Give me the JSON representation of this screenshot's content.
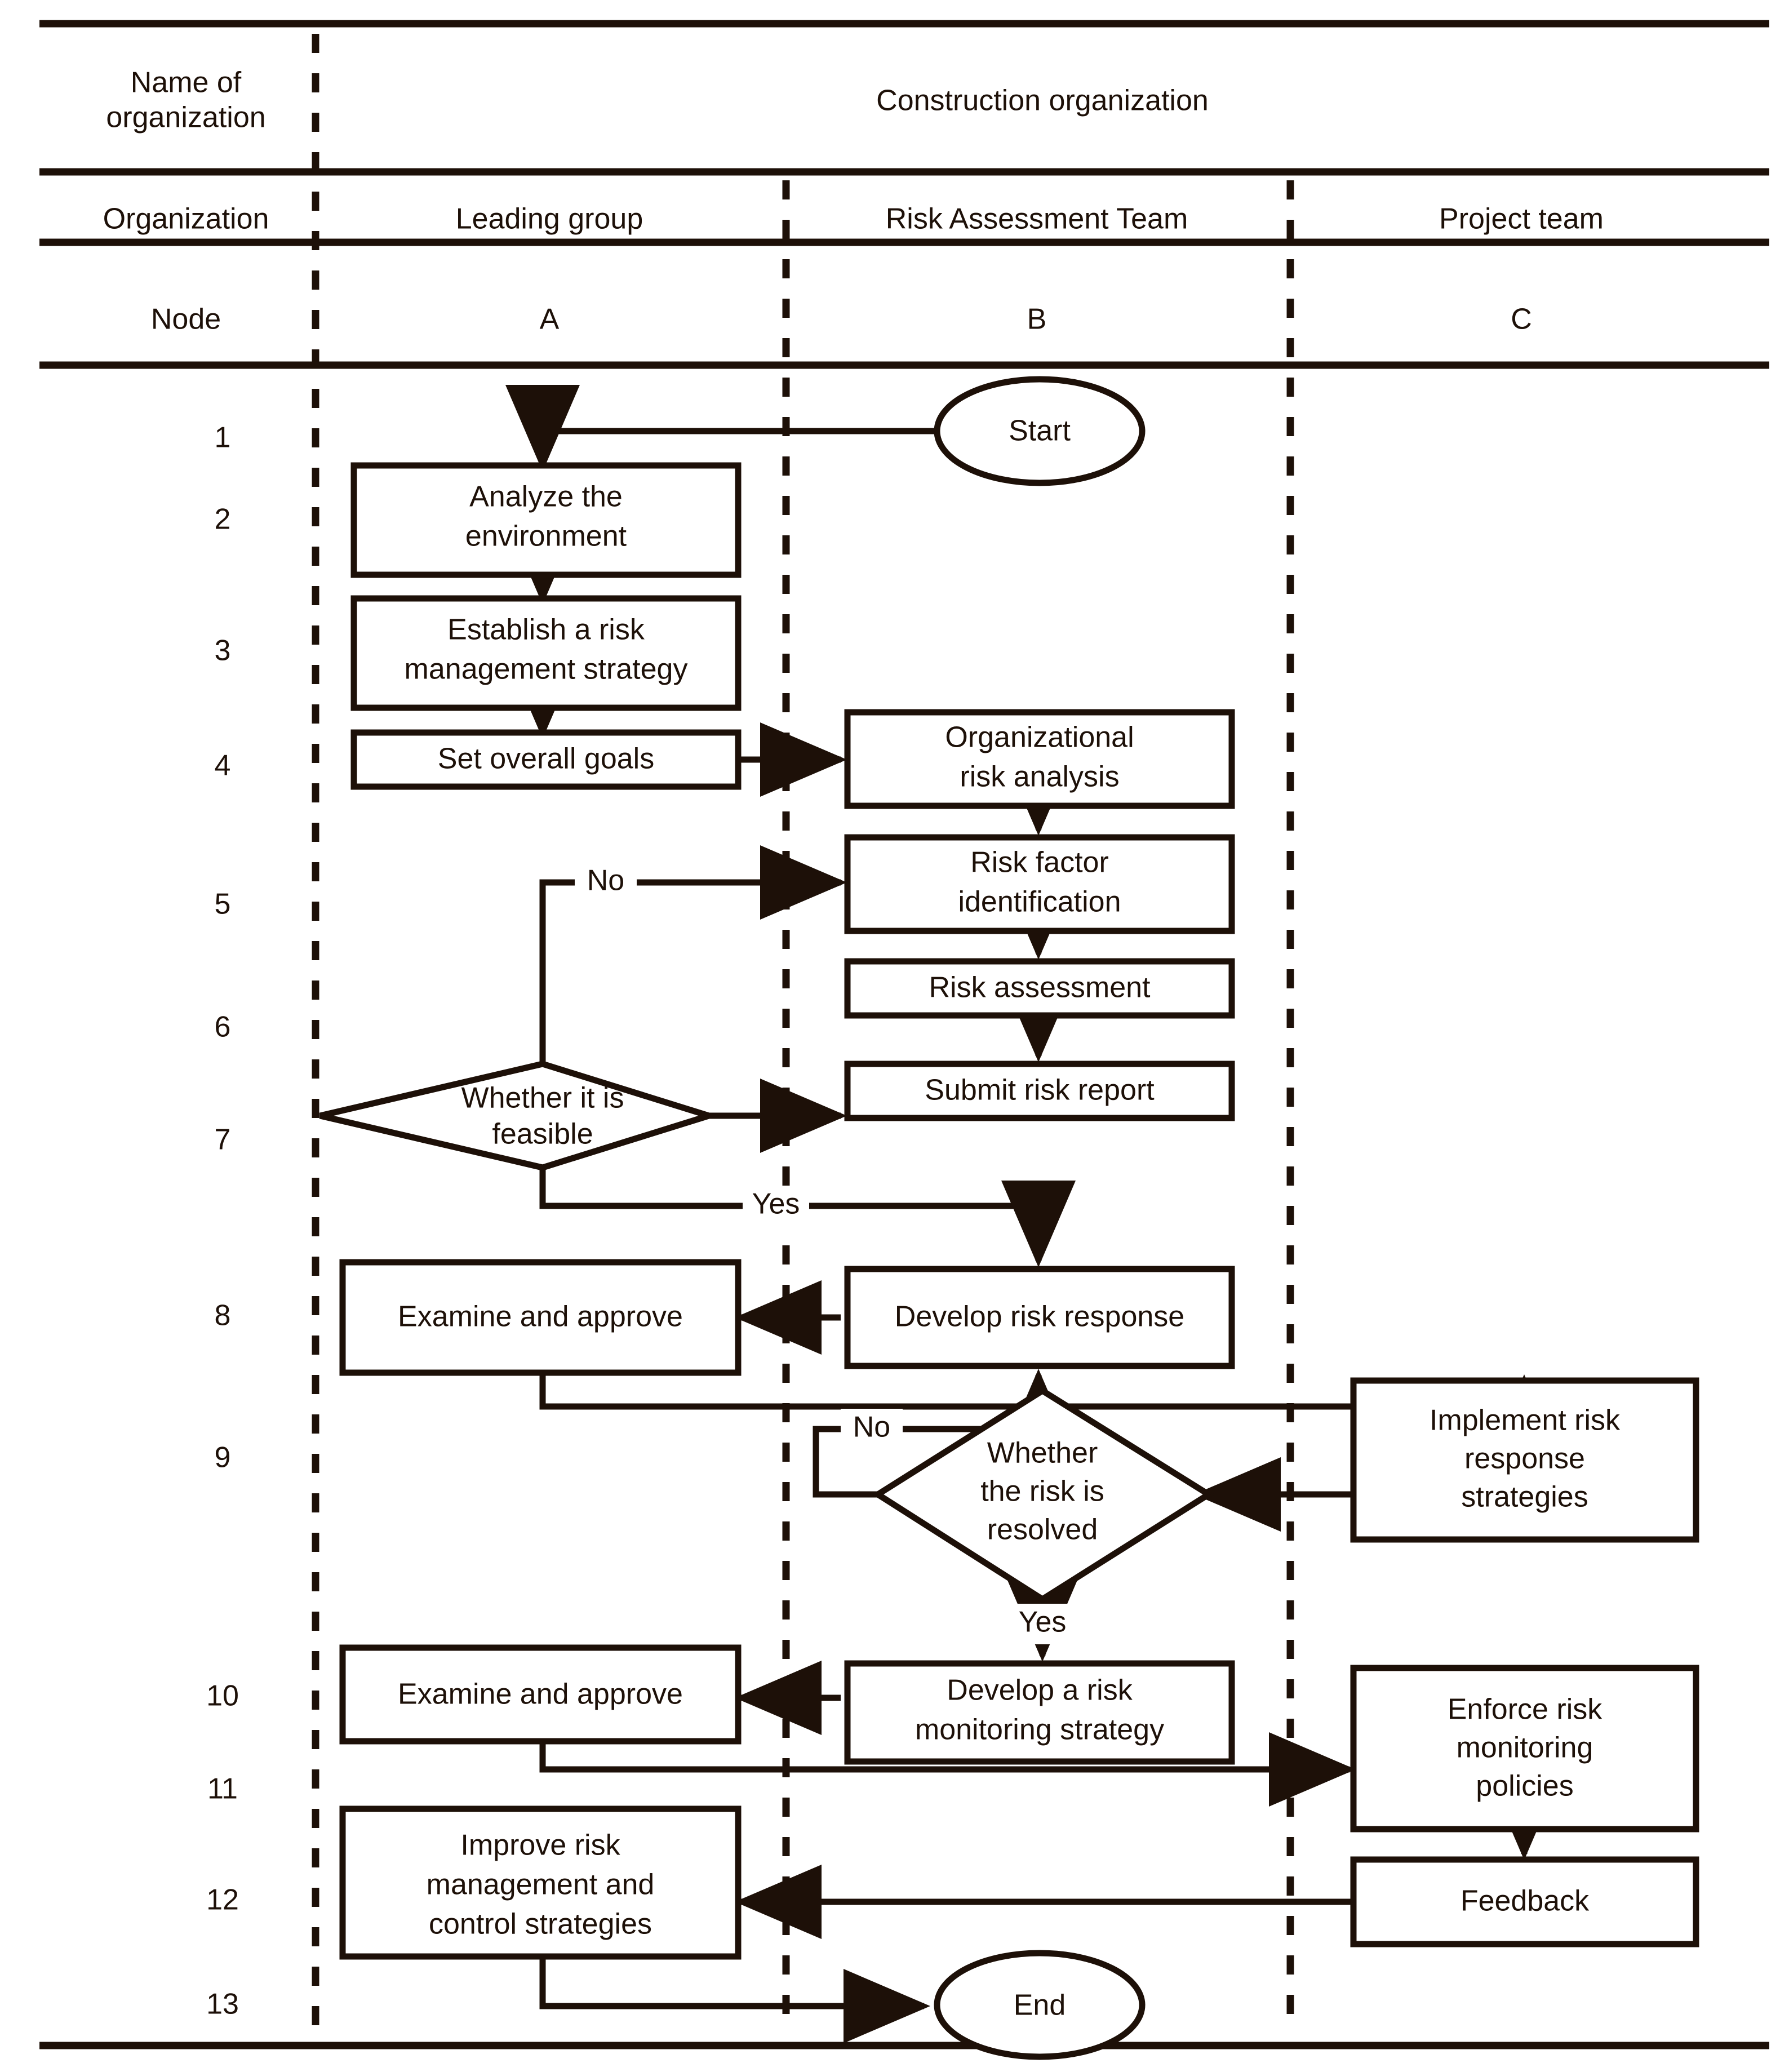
{
  "figure": {
    "type": "swimlane-flowchart",
    "title_row": {
      "row_label": "Name of organization",
      "span_label": "Construction organization"
    },
    "organization_row": {
      "row_label": "Organization",
      "lanes": [
        "Leading group",
        "Risk Assessment Team",
        "Project team"
      ]
    },
    "node_row": {
      "row_label": "Node",
      "lanes": [
        "A",
        "B",
        "C"
      ]
    },
    "node_numbers": [
      "1",
      "2",
      "3",
      "4",
      "5",
      "6",
      "7",
      "8",
      "9",
      "10",
      "11",
      "12",
      "13"
    ],
    "shapes": {
      "start": "Start",
      "analyze_environment": "Analyze the\nenvironment",
      "establish_strategy": "Establish a risk\nmanagement strategy",
      "set_goals": "Set overall goals",
      "org_risk_analysis": "Organizational\nrisk analysis",
      "risk_factor_id": "Risk factor\nidentification",
      "risk_assessment": "Risk assessment",
      "submit_report": "Submit risk report",
      "feasible_decision": "Whether it is\nfeasible",
      "examine_approve_8": "Examine and approve",
      "develop_response": "Develop risk response",
      "risk_resolved_decision": "Whether\nthe risk is\nresolved",
      "implement_strategies": "Implement risk\nresponse\nstrategies",
      "develop_monitoring": "Develop a risk\nmonitoring strategy",
      "examine_approve_10": "Examine and approve",
      "enforce_policies": "Enforce risk\nmonitoring\npolicies",
      "improve_control": "Improve risk\nmanagement and\ncontrol strategies",
      "feedback": "Feedback",
      "end": "End"
    },
    "edge_labels": {
      "feasible_no": "No",
      "feasible_yes": "Yes",
      "resolved_no": "No",
      "resolved_yes": "Yes"
    },
    "colors": {
      "ink": "#1d1008",
      "paper": "#ffffff"
    }
  }
}
